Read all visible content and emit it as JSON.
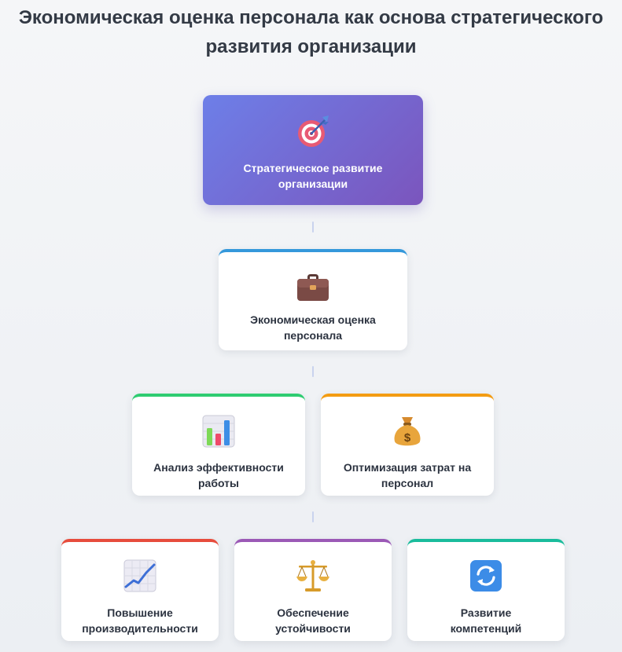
{
  "title": "Экономическая оценка персонала как основа стратегического\nразвития организации",
  "nodes": {
    "strategic": {
      "label": "Стратегическое развитие\nорганизации",
      "icon": "target-icon"
    },
    "evaluation": {
      "label": "Экономическая оценка\nперсонала",
      "icon": "briefcase-icon",
      "accent": "#3498db"
    },
    "analysis": {
      "label": "Анализ эффективности\nработы",
      "icon": "bar-chart-icon",
      "accent": "#2ecc71"
    },
    "optimization": {
      "label": "Оптимизация затрат на\nперсонал",
      "icon": "money-bag-icon",
      "accent": "#f39c12"
    },
    "productivity": {
      "label": "Повышение\nпроизводительности",
      "icon": "trend-up-icon",
      "accent": "#e74c3c"
    },
    "stability": {
      "label": "Обеспечение\nустойчивости",
      "icon": "balance-scale-icon",
      "accent": "#9b59b6"
    },
    "competencies": {
      "label": "Развитие\nкомпетенций",
      "icon": "refresh-icon",
      "accent": "#1abc9c"
    }
  },
  "colors": {
    "top_gradient_start": "#6d7fe8",
    "top_gradient_end": "#7b55bd",
    "connector": "#c9d3ee"
  }
}
